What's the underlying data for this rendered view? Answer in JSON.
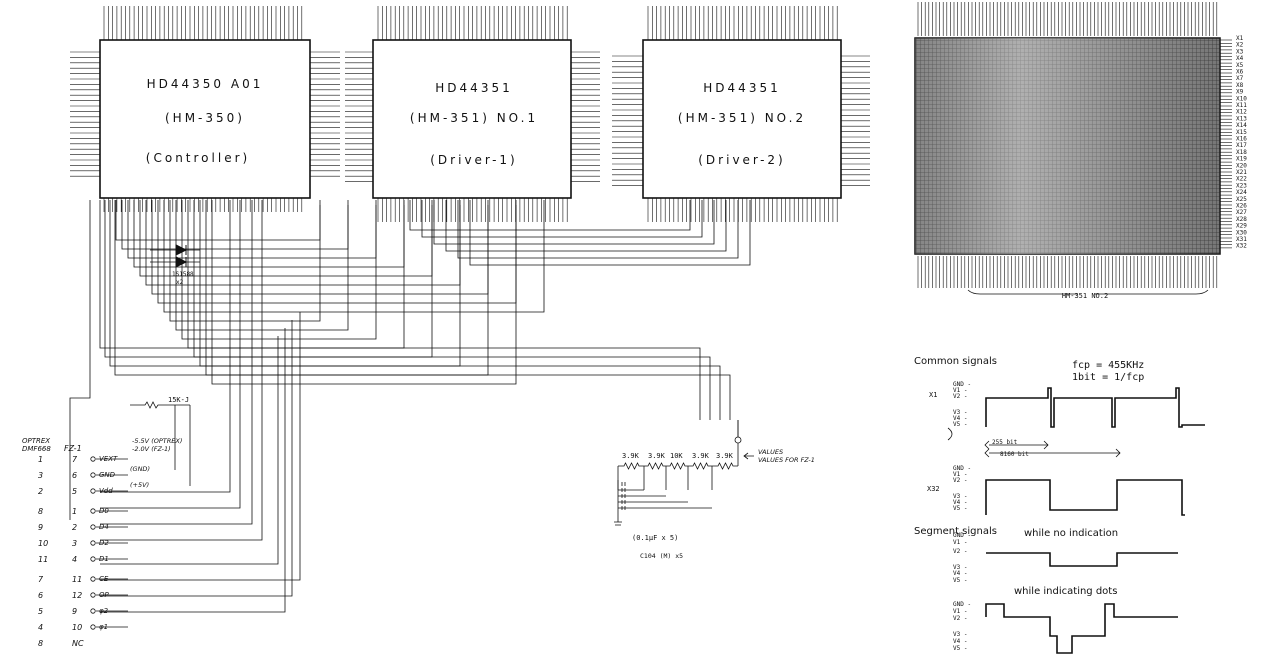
{
  "chips": [
    {
      "part": "HD44350  A01",
      "model": "(HM-350)",
      "role": "(Controller)"
    },
    {
      "part": "HD44351",
      "model": "(HM-351) NO.1",
      "role": "(Driver-1)"
    },
    {
      "part": "HD44351",
      "model": "(HM-351) NO.2",
      "role": "(Driver-2)"
    }
  ],
  "lcd_panel": {
    "bottom_caption": "HM-351  NO.2",
    "row_labels": [
      "X1",
      "X2",
      "X3",
      "X4",
      "X5",
      "X6",
      "X7",
      "X8",
      "X9",
      "X10",
      "X11",
      "X12",
      "X13",
      "X14",
      "X15",
      "X16",
      "X17",
      "X18",
      "X19",
      "X20",
      "X21",
      "X22",
      "X23",
      "X24",
      "X25",
      "X26",
      "X27",
      "X28",
      "X29",
      "X30",
      "X31",
      "X32"
    ]
  },
  "diode": {
    "part": "1S1588",
    "qty": "x2"
  },
  "resistor_15k": "15K-J",
  "connector": {
    "header_left": [
      "OPTREX",
      "DMF668"
    ],
    "header_right": "FZ-1",
    "pins": [
      {
        "optrex": "1",
        "fz1": "7",
        "signal": "VEXT"
      },
      {
        "optrex": "3",
        "fz1": "6",
        "signal": "GND"
      },
      {
        "optrex": "2",
        "fz1": "5",
        "signal": "Vdd"
      },
      {
        "optrex": "8",
        "fz1": "1",
        "signal": "D0"
      },
      {
        "optrex": "9",
        "fz1": "2",
        "signal": "D4"
      },
      {
        "optrex": "10",
        "fz1": "3",
        "signal": "D2"
      },
      {
        "optrex": "11",
        "fz1": "4",
        "signal": "D1"
      },
      {
        "optrex": "7",
        "fz1": "11",
        "signal": "CE"
      },
      {
        "optrex": "6",
        "fz1": "12",
        "signal": "OP"
      },
      {
        "optrex": "5",
        "fz1": "9",
        "signal": "φ2"
      },
      {
        "optrex": "4",
        "fz1": "10",
        "signal": "φ1"
      },
      {
        "optrex": "8",
        "fz1": "NC",
        "signal": ""
      }
    ],
    "notes": [
      "-5.5V (OPTREX)",
      "-2.0V (FZ-1)",
      "(GND)",
      "(+5V)"
    ]
  },
  "ladder": {
    "resistors": [
      "3.9K",
      "3.9K",
      "10K",
      "3.9K",
      "3.9K"
    ],
    "note": "VALUES FOR FZ-1",
    "caps": "(0.1μF x 5)",
    "cap_part": "C104 (M) x5"
  },
  "timing": {
    "common_title": "Common signals",
    "fcp": "fcp = 455KHz",
    "bit": "1bit = 1/fcp",
    "common_traces": [
      {
        "name": "X1",
        "levels": [
          "GND",
          "V1",
          "V2",
          "V3",
          "V4",
          "V5"
        ]
      },
      {
        "name": "X32",
        "levels": [
          "GND",
          "V1",
          "V2",
          "V3",
          "V4",
          "V5"
        ]
      }
    ],
    "durations": [
      "255 bit",
      "8160 bit"
    ],
    "segment_title": "Segment signals",
    "segment_traces": [
      {
        "caption": "while no indication",
        "levels": [
          "GND",
          "V1",
          "V2",
          "V3",
          "V4",
          "V5"
        ]
      },
      {
        "caption": "while indicating dots",
        "levels": [
          "GND",
          "V1",
          "V2",
          "V3",
          "V4",
          "V5"
        ]
      }
    ]
  }
}
